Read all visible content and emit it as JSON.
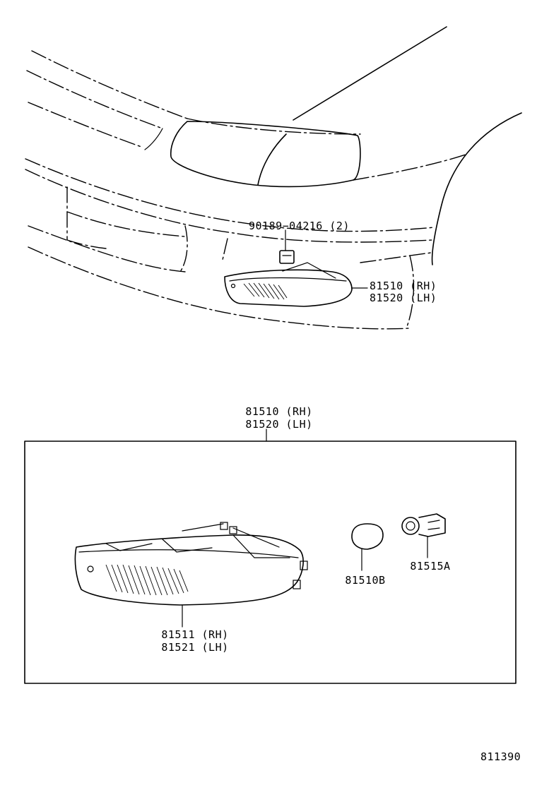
{
  "callouts": {
    "clip_part": "90189−04216 (2)",
    "lamp_assy_rh": "81510 (RH)",
    "lamp_assy_lh": "81520 (LH)",
    "box_title_rh": "81510 (RH)",
    "box_title_lh": "81520 (LH)",
    "lens_rh": "81511 (RH)",
    "lens_lh": "81521 (LH)",
    "bulb": "81510B",
    "socket": "81515A"
  },
  "figure_id": "811390"
}
